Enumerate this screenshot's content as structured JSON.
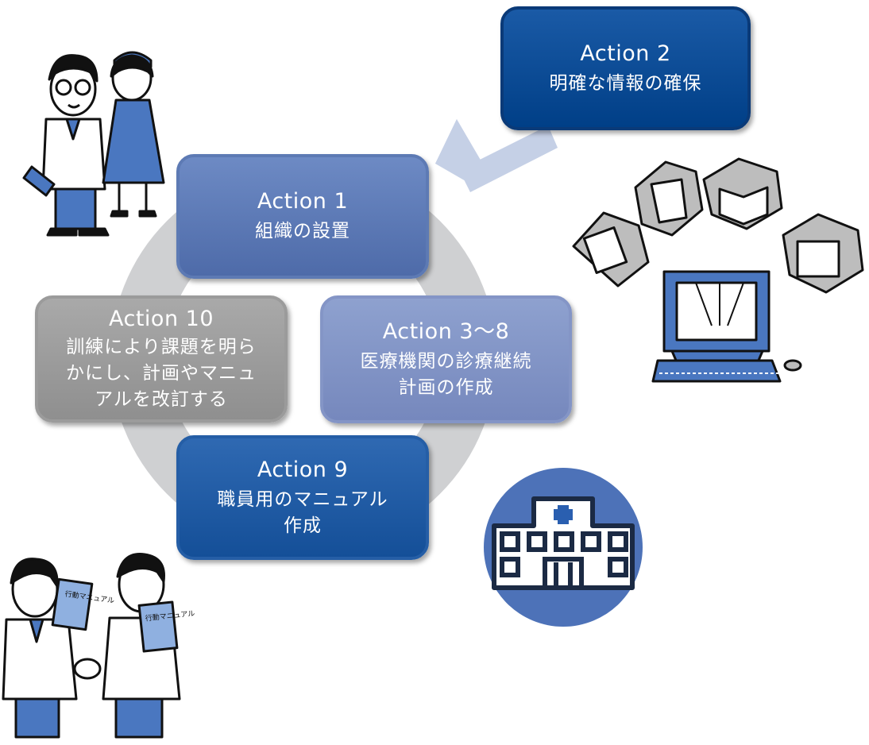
{
  "actions": [
    {
      "id": "a2",
      "title": "Action 2",
      "desc": [
        "明確な情報の確保"
      ]
    },
    {
      "id": "a1",
      "title": "Action 1",
      "desc": [
        "組織の設置"
      ]
    },
    {
      "id": "a10",
      "title": "Action 10",
      "desc": [
        "訓練により課題を明ら",
        "かにし、計画やマニュ",
        "アルを改訂する"
      ]
    },
    {
      "id": "a38",
      "title": "Action 3〜8",
      "desc": [
        "医療機関の診療継続",
        "計画の作成"
      ]
    },
    {
      "id": "a9",
      "title": "Action 9",
      "desc": [
        "職員用のマニュアル",
        "作成"
      ]
    }
  ],
  "illustrations": {
    "manual_label_left": "行動マニュアル",
    "manual_label_right": "行動マニュアル"
  },
  "icons": [
    "doctor-nurse-icon",
    "computer-info-icon",
    "hospital-icon",
    "handshake-doctors-icon",
    "flow-arrow-icon"
  ],
  "colors": {
    "action2": "#003f87",
    "action1": "#5a78b4",
    "action10": "#9b9b9b",
    "action3_8": "#8495c6",
    "action9": "#1f5aa3",
    "cycle_ring": "#cfd0d2",
    "arrow": "#c5d0e6",
    "hospital_circle": "#4d72b8"
  }
}
